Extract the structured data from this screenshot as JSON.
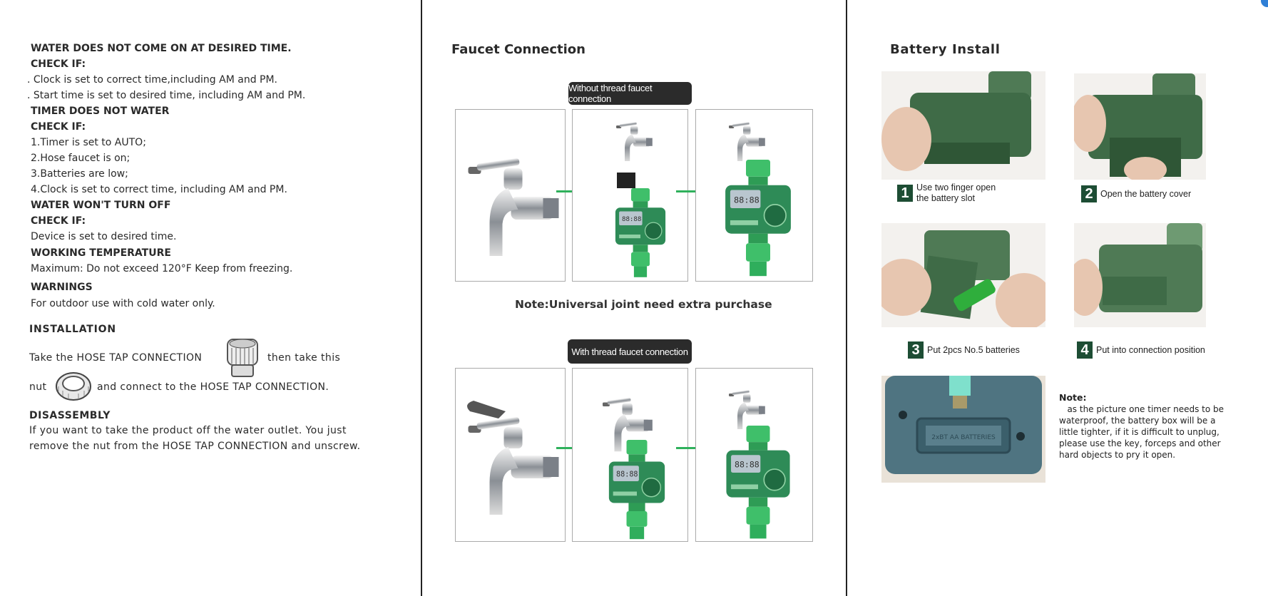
{
  "troubleshooting": {
    "h1": "WATER DOES NOT COME ON AT DESIRED TIME.",
    "check1": "CHECK IF:",
    "l1": ". Clock is set to correct time,including AM and PM.",
    "l2": ". Start time is set to desired time, including AM and PM.",
    "h2": "TIMER DOES NOT WATER",
    "check2": "CHECK IF:",
    "l3": "1.Timer is set to AUTO;",
    "l4": "2.Hose faucet is on;",
    "l5": "3.Batteries are low;",
    "l6": "4.Clock is set to correct time, including AM and PM.",
    "h3": "WATER WON'T TURN OFF",
    "check3": "CHECK IF:",
    "l7": "Device is set to desired time.",
    "h4": "WORKING TEMPERATURE",
    "l8": "Maximum: Do not exceed 120°F Keep from freezing.",
    "h5": "WARNINGS",
    "l9": "For outdoor use with cold water only."
  },
  "installation": {
    "title": "INSTALLATION",
    "line1a": "Take the HOSE TAP CONNECTION",
    "line1b": "then take this",
    "line2a": "nut",
    "line2b": "and connect to the HOSE TAP CONNECTION."
  },
  "disassembly": {
    "title": "DISASSEMBLY",
    "line1": "If you want to take the product off the water outlet. You just",
    "line2": "remove the nut from the HOSE TAP CONNECTION and unscrew."
  },
  "faucet": {
    "title": "Faucet Connection",
    "badge1": "Without thread faucet connection",
    "note": "Note:Universal joint need extra purchase",
    "badge2": "With thread faucet connection"
  },
  "battery": {
    "title": "Battery Install",
    "steps": [
      {
        "num": "1",
        "text1": "Use two finger open",
        "text2": "the battery slot"
      },
      {
        "num": "2",
        "text1": "Open the battery cover"
      },
      {
        "num": "3",
        "text1": "Put 2pcs No.5 batteries"
      },
      {
        "num": "4",
        "text1": "Put into connection position"
      }
    ],
    "photo_label": "2xBT AA BATTERIES",
    "note_title": "Note:",
    "note_lines": [
      "   as the picture one timer needs to be",
      "waterproof, the battery box will be a",
      "little tighter, if it is difficult to unplug,",
      "please use the key, forceps and other",
      "hard objects to pry it open."
    ]
  },
  "colors": {
    "accent": "#1d4d34",
    "arrow": "#2fb15c",
    "timer_green": "#2e8b57"
  }
}
